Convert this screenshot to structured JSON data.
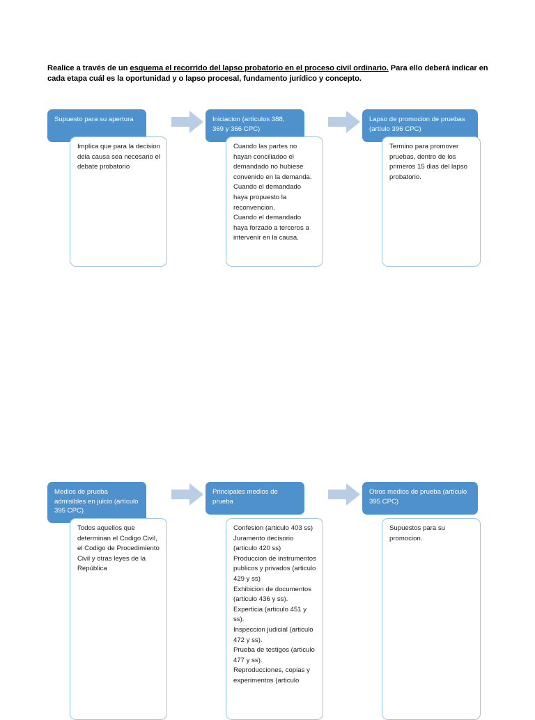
{
  "instructions": {
    "part1": "Realice a través de un ",
    "underlined": "esquema el recorrido del lapso probatorio en el proceso civil ordinario.",
    "part2": " Para ello deberá indicar en cada etapa cuál es la oportunidad y o lapso procesal, fundamento jurídico y concepto."
  },
  "colors": {
    "header_blue": "#4F91CD",
    "body_border": "#9DC3E6",
    "arrow_fill": "#B9CDE5",
    "header_text": "#FFFFFF",
    "body_text": "#1A1A1A",
    "page_background": "#FFFFFF"
  },
  "diagram": {
    "rows": [
      {
        "id": "row-1",
        "stages": [
          {
            "header": "Supuesto para su apertura",
            "lines": [
              "Implica que para la decision dela causa sea necesario el debate probatorio"
            ]
          },
          {
            "header": "Iniciacion (artículos 388, 369 y 366 CPC)",
            "lines": [
              "Cuando las partes no hayan conciliadoo el demandado no hubiese convenido en la demanda.",
              "Cuando el demandado haya propuesto la reconvencion.",
              "Cuando el demandado haya forzado a terceros a intervenir en la causa."
            ]
          },
          {
            "header": "Lapso de promocion de pruebas (artíulo 396 CPC)",
            "lines": [
              "Termino para promover pruebas, dentro de los primeros 15 dias del lapso probatorio."
            ]
          }
        ],
        "arrows": [
          "right-arrow",
          "right-arrow"
        ]
      },
      {
        "id": "row-2",
        "stages": [
          {
            "header": "Medios de prueba admisibles en juicio (artículo 395 CPC)",
            "lines": [
              "Todos aquellos que determinan el Codigo Civil, el Codigo de Procedimiento Civil y otras leyes de la República"
            ]
          },
          {
            "header": "Principales medios de prueba",
            "lines": [
              "Confesion (articulo 403 ss)",
              "Juramento decisorio (articulo 420 ss)",
              "Produccion de instrumentos publicos y privados (articulo 429 y ss)",
              "Exhibicion de documentos (articulo 436 y ss).",
              "Experticia (articulo 451 y ss).",
              "Inspeccion judicial (articulo 472 y ss).",
              "Prueba de testigos (articulo 477 y ss).",
              "Reproducciones, copias y experimentos (articulo"
            ]
          },
          {
            "header": "Otros medios de prueba (artículo 395 CPC)",
            "lines": [
              "Supuestos para su promocion."
            ]
          }
        ],
        "arrows": [
          "right-arrow",
          "right-arrow"
        ]
      }
    ]
  }
}
